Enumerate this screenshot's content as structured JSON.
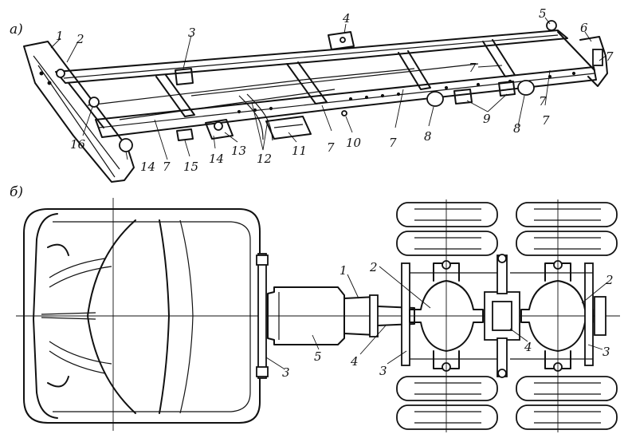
{
  "panels": {
    "a": "а)",
    "b": "б)"
  },
  "labels_a": [
    {
      "id": "a1",
      "text": "1"
    },
    {
      "id": "a2",
      "text": "2"
    },
    {
      "id": "a3",
      "text": "3"
    },
    {
      "id": "a4",
      "text": "4"
    },
    {
      "id": "a5",
      "text": "5"
    },
    {
      "id": "a6",
      "text": "6"
    },
    {
      "id": "a7r",
      "text": "7"
    },
    {
      "id": "a7m1",
      "text": "7"
    },
    {
      "id": "a7m2",
      "text": "7"
    },
    {
      "id": "a7b1",
      "text": "7"
    },
    {
      "id": "a7b2",
      "text": "7"
    },
    {
      "id": "a7b3",
      "text": "7"
    },
    {
      "id": "a7b4",
      "text": "7"
    },
    {
      "id": "a8a",
      "text": "8"
    },
    {
      "id": "a8b",
      "text": "8"
    },
    {
      "id": "a9",
      "text": "9"
    },
    {
      "id": "a10",
      "text": "10"
    },
    {
      "id": "a11",
      "text": "11"
    },
    {
      "id": "a12",
      "text": "12"
    },
    {
      "id": "a13",
      "text": "13"
    },
    {
      "id": "a14a",
      "text": "14"
    },
    {
      "id": "a14b",
      "text": "14"
    },
    {
      "id": "a15",
      "text": "15"
    },
    {
      "id": "a16",
      "text": "16"
    }
  ],
  "labels_b": [
    {
      "id": "b1",
      "text": "1"
    },
    {
      "id": "b2a",
      "text": "2"
    },
    {
      "id": "b2b",
      "text": "2"
    },
    {
      "id": "b3a",
      "text": "3"
    },
    {
      "id": "b3b",
      "text": "3"
    },
    {
      "id": "b3c",
      "text": "3"
    },
    {
      "id": "b4a",
      "text": "4"
    },
    {
      "id": "b4b",
      "text": "4"
    },
    {
      "id": "b5",
      "text": "5"
    }
  ]
}
